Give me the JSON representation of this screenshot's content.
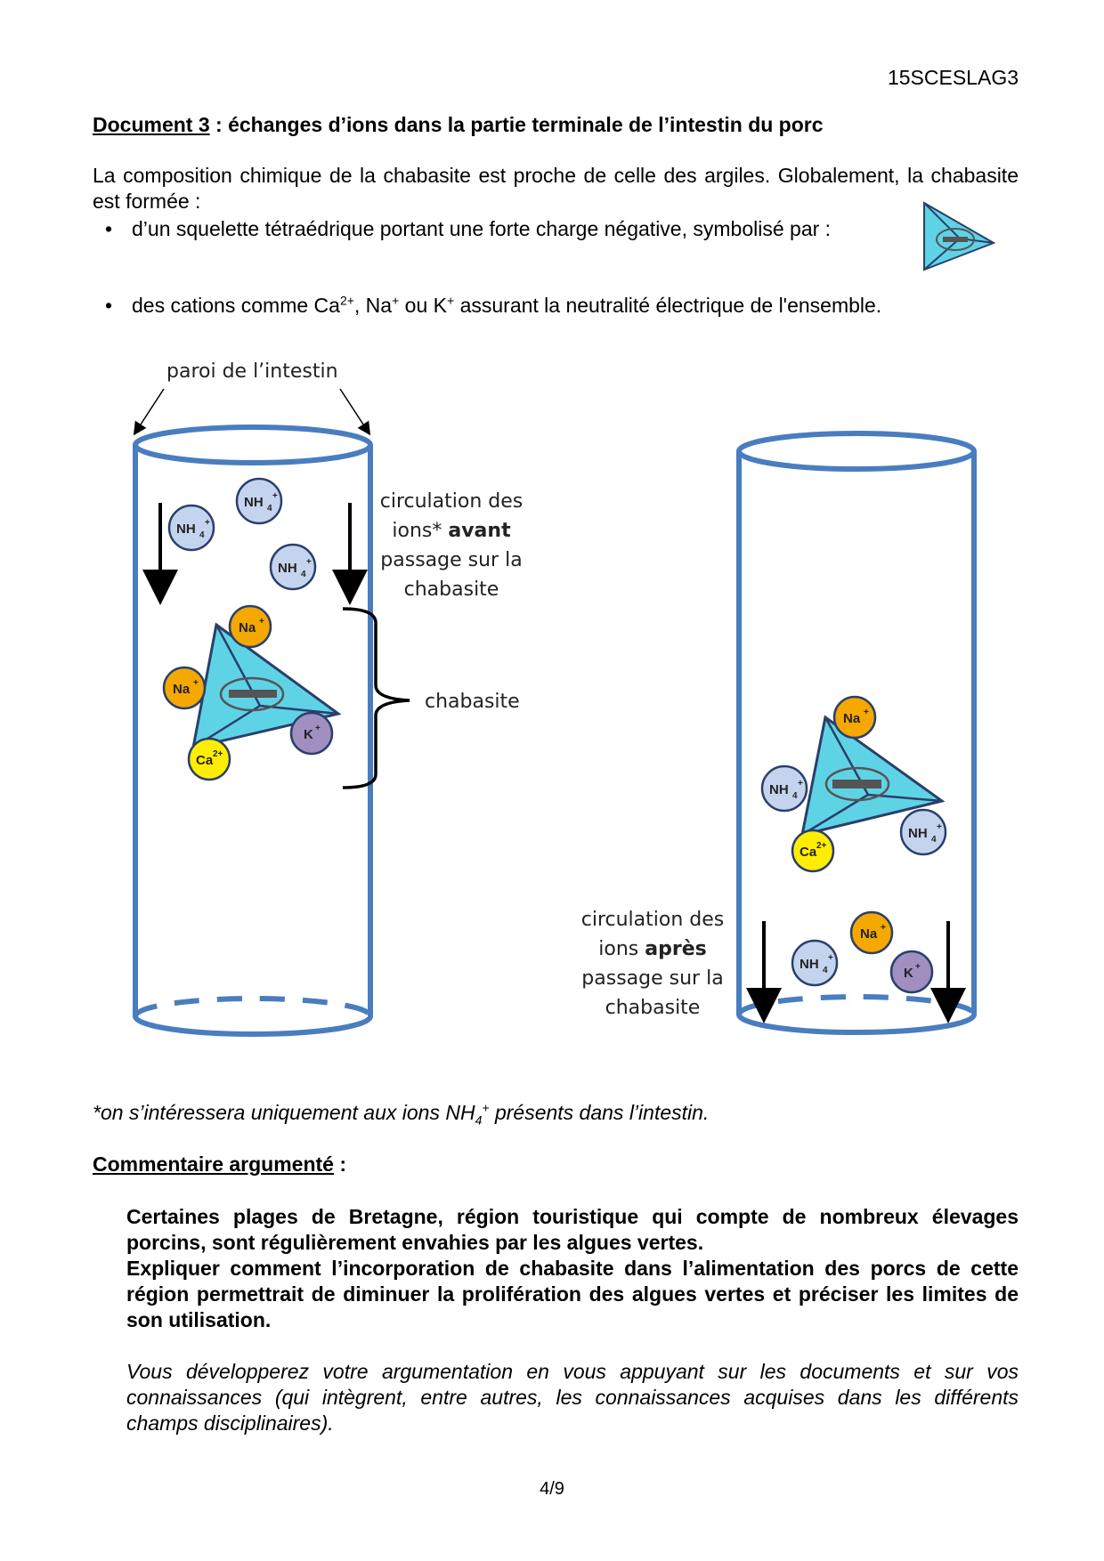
{
  "header": {
    "code": "15SCESLAG3"
  },
  "document": {
    "label": "Document 3",
    "title_rest": " : échanges d’ions dans la partie terminale de l’intestin du porc",
    "intro": "La composition chimique de la chabasite est proche de celle des argiles. Globalement, la chabasite est formée :",
    "bullet1": "d’un squelette tétraédrique portant une forte charge négative, symbolisé par :",
    "bullet2": {
      "part1": "des cations comme Ca",
      "ca_sup": "2+",
      "part2": ", Na",
      "na_sup": "+",
      "part3": " ou K",
      "k_sup": "+",
      "part4": " assurant la neutralité électrique de l'ensemble."
    }
  },
  "diagram": {
    "wall_label": "paroi de l’intestin",
    "before_label": [
      "circulation des",
      "ions* ",
      "avant",
      "passage sur la",
      "chabasite"
    ],
    "chabasite_label": "chabasite",
    "after_label": [
      "circulation des",
      "ions ",
      "après",
      "passage sur la",
      "chabasite"
    ],
    "ions": {
      "nh4": "NH",
      "nh4_sub": "4",
      "na": "Na",
      "k": "K",
      "ca": "Ca",
      "plus": "+",
      "two_plus": "2+"
    },
    "colors": {
      "tube": "#4a7dbf",
      "tetra": "#5fd3e6",
      "nh4": "#c5d4ee",
      "na": "#f5a800",
      "k": "#a08fc0",
      "ca": "#ffee00"
    }
  },
  "footnote": {
    "part1": "*on s’intéressera uniquement aux ions NH",
    "sub": "4",
    "sup": "+",
    "part2": " présents dans l’intestin."
  },
  "commentary": {
    "title": "Commentaire argumenté",
    "title_suffix": " :",
    "p1": "Certaines plages de Bretagne, région touristique qui compte de nombreux élevages porcins, sont régulièrement envahies par les algues vertes.",
    "p2": "Expliquer comment l’incorporation de chabasite dans l’alimentation des porcs de cette région permettrait de diminuer la prolifération des algues vertes et préciser les limites de son utilisation.",
    "instructions": "Vous développerez votre argumentation en vous appuyant sur les documents et sur vos connaissances (qui intègrent, entre autres, les connaissances acquises dans les différents champs disciplinaires)."
  },
  "footer": {
    "page": "4/9"
  }
}
